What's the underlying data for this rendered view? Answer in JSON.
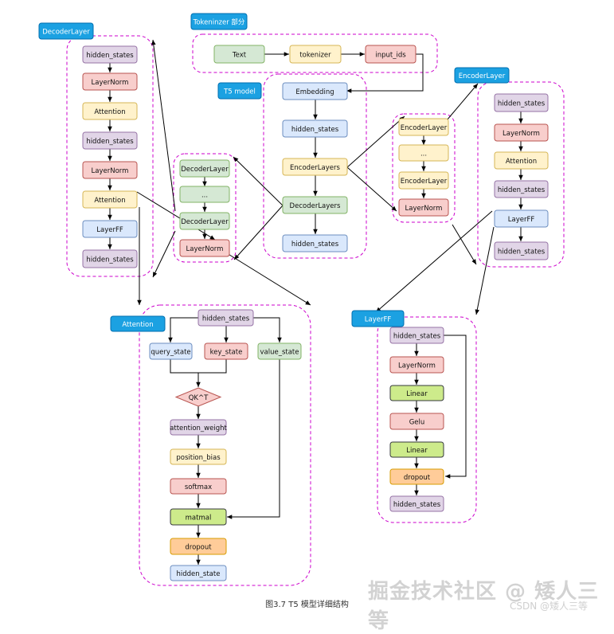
{
  "colors": {
    "purple": {
      "fill": "#e1d5e7",
      "stroke": "#9673a6"
    },
    "red": {
      "fill": "#f8cecc",
      "stroke": "#b85450"
    },
    "yellow": {
      "fill": "#fff2cc",
      "stroke": "#d6b656"
    },
    "blue": {
      "fill": "#dae8fc",
      "stroke": "#6c8ebf"
    },
    "green": {
      "fill": "#d5e8d4",
      "stroke": "#82b366"
    },
    "lime": {
      "fill": "#cdeb8b",
      "stroke": "#36393d"
    },
    "orange": {
      "fill": "#ffcc99",
      "stroke": "#d79b00"
    },
    "tag": "#1ba1e2",
    "container_border": "#cc00cc",
    "arrow": "#000000"
  },
  "section_labels": {
    "decoder_layer": "DecoderLayer",
    "tokenizer": "Tokeninzer 部分",
    "t5_model": "T5 model",
    "encoder_layer": "EncoderLayer",
    "attention": "Attention",
    "layer_ff": "LayerFF"
  },
  "nodes": {
    "dl_hs1": {
      "label": "hidden_states",
      "color": "purple"
    },
    "dl_ln1": {
      "label": "LayerNorm",
      "color": "red"
    },
    "dl_att1": {
      "label": "Attention",
      "color": "yellow"
    },
    "dl_hs2": {
      "label": "hidden_states",
      "color": "purple"
    },
    "dl_ln2": {
      "label": "LayerNorm",
      "color": "red"
    },
    "dl_att2": {
      "label": "Attention",
      "color": "yellow"
    },
    "dl_ff": {
      "label": "LayerFF",
      "color": "blue"
    },
    "dl_hs3": {
      "label": "hidden_states",
      "color": "purple"
    },
    "tk_text": {
      "label": "Text",
      "color": "green"
    },
    "tk_tok": {
      "label": "tokenizer",
      "color": "yellow"
    },
    "tk_ids": {
      "label": "input_ids",
      "color": "red"
    },
    "t5_emb": {
      "label": "Embedding",
      "color": "blue"
    },
    "t5_hs1": {
      "label": "hidden_states",
      "color": "blue"
    },
    "t5_enc": {
      "label": "EncoderLayers",
      "color": "yellow"
    },
    "t5_dec": {
      "label": "DecoderLayers",
      "color": "green"
    },
    "t5_hs2": {
      "label": "hidden_states",
      "color": "blue"
    },
    "ds_dl1": {
      "label": "DecoderLayer",
      "color": "green"
    },
    "ds_dots": {
      "label": "...",
      "color": "green"
    },
    "ds_dl2": {
      "label": "DecoderLayer",
      "color": "green"
    },
    "ds_ln": {
      "label": "LayerNorm",
      "color": "red"
    },
    "es_el1": {
      "label": "EncoderLayer",
      "color": "yellow"
    },
    "es_dots": {
      "label": "...",
      "color": "yellow"
    },
    "es_el2": {
      "label": "EncoderLayer",
      "color": "yellow"
    },
    "es_ln": {
      "label": "LayerNorm",
      "color": "red"
    },
    "el_hs1": {
      "label": "hidden_states",
      "color": "purple"
    },
    "el_ln": {
      "label": "LayerNorm",
      "color": "red"
    },
    "el_att": {
      "label": "Attention",
      "color": "yellow"
    },
    "el_hs2": {
      "label": "hidden_states",
      "color": "purple"
    },
    "el_ff": {
      "label": "LayerFF",
      "color": "blue"
    },
    "el_hs3": {
      "label": "hidden_states",
      "color": "purple"
    },
    "at_hs": {
      "label": "hidden_states",
      "color": "purple"
    },
    "at_q": {
      "label": "query_state",
      "color": "blue"
    },
    "at_k": {
      "label": "key_state",
      "color": "red"
    },
    "at_v": {
      "label": "value_state",
      "color": "green"
    },
    "at_qk": {
      "label": "QK^T",
      "color": "red"
    },
    "at_aw": {
      "label": "attention_weight",
      "color": "purple"
    },
    "at_pb": {
      "label": "position_bias",
      "color": "yellow"
    },
    "at_sm": {
      "label": "softmax",
      "color": "red"
    },
    "at_mm": {
      "label": "matmal",
      "color": "lime"
    },
    "at_do": {
      "label": "dropout",
      "color": "orange"
    },
    "at_out": {
      "label": "hidden_state",
      "color": "blue"
    },
    "ff_hs1": {
      "label": "hidden_states",
      "color": "purple"
    },
    "ff_ln": {
      "label": "LayerNorm",
      "color": "red"
    },
    "ff_lin1": {
      "label": "Linear",
      "color": "lime"
    },
    "ff_gelu": {
      "label": "Gelu",
      "color": "red"
    },
    "ff_lin2": {
      "label": "Linear",
      "color": "lime"
    },
    "ff_do": {
      "label": "dropout",
      "color": "orange"
    },
    "ff_hs2": {
      "label": "hidden_states",
      "color": "purple"
    }
  },
  "caption": "图3.7 T5 模型详细结构",
  "watermark": {
    "main": "掘金技术社区 @ 矮人三等",
    "sub": "CSDN @矮人三等"
  }
}
